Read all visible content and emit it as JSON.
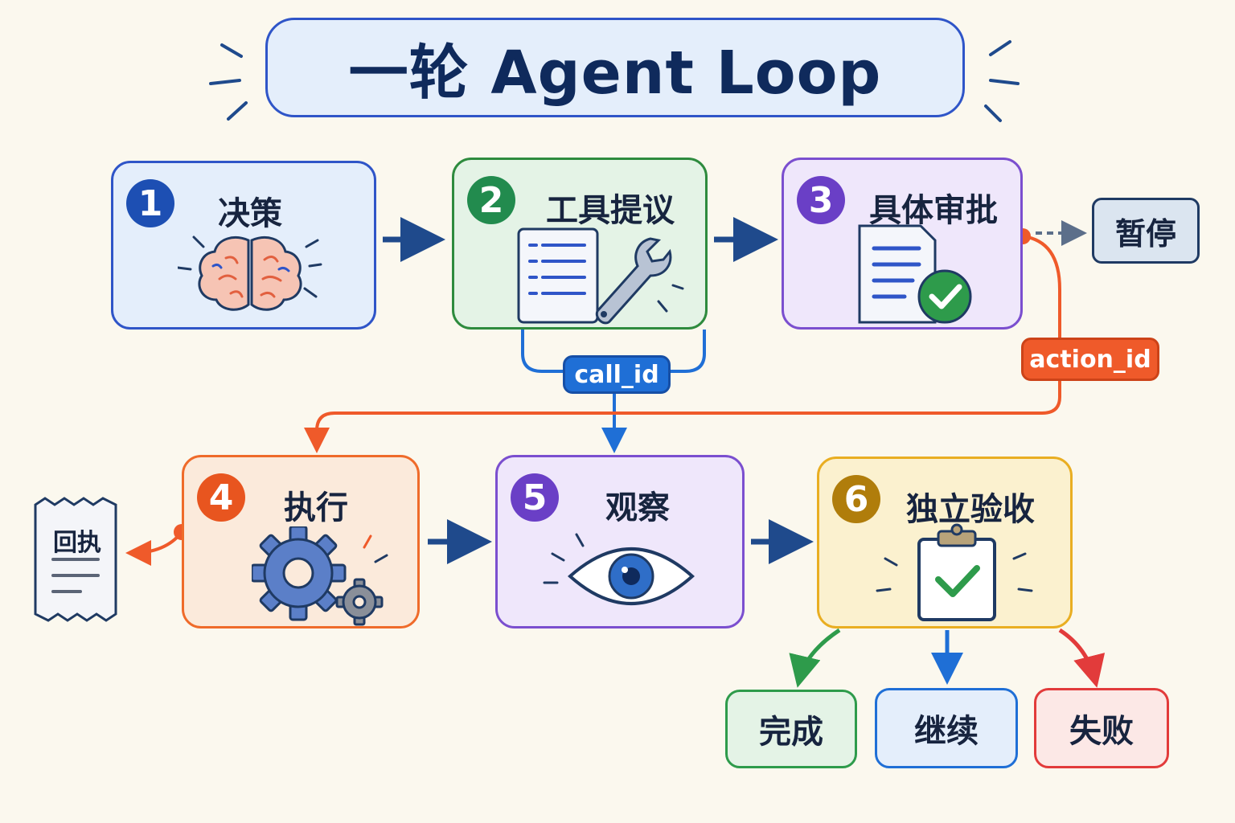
{
  "title": "一轮 Agent Loop",
  "steps": [
    {
      "num": "1",
      "label": "决策",
      "icon": "brain-icon",
      "color": "#1d4fb3"
    },
    {
      "num": "2",
      "label": "工具提议",
      "icon": "list-wrench-icon",
      "color": "#228b4e"
    },
    {
      "num": "3",
      "label": "具体审批",
      "icon": "document-check-icon",
      "color": "#6a3fc6"
    },
    {
      "num": "4",
      "label": "执行",
      "icon": "gears-icon",
      "color": "#e8551f"
    },
    {
      "num": "5",
      "label": "观察",
      "icon": "eye-icon",
      "color": "#6a3fc6"
    },
    {
      "num": "6",
      "label": "独立验收",
      "icon": "clipboard-check-icon",
      "color": "#b07d0b"
    }
  ],
  "tags": {
    "call_id": "call_id",
    "action_id": "action_id"
  },
  "pause": "暂停",
  "receipt": "回执",
  "outcomes": [
    {
      "label": "完成",
      "color": "#2e9b4b"
    },
    {
      "label": "继续",
      "color": "#1f6fd6"
    },
    {
      "label": "失败",
      "color": "#e23b3b"
    }
  ],
  "colors": {
    "flow_arrow": "#1f4a8c",
    "call_id": "#1f6fd6",
    "action_id": "#ef5a2a"
  }
}
